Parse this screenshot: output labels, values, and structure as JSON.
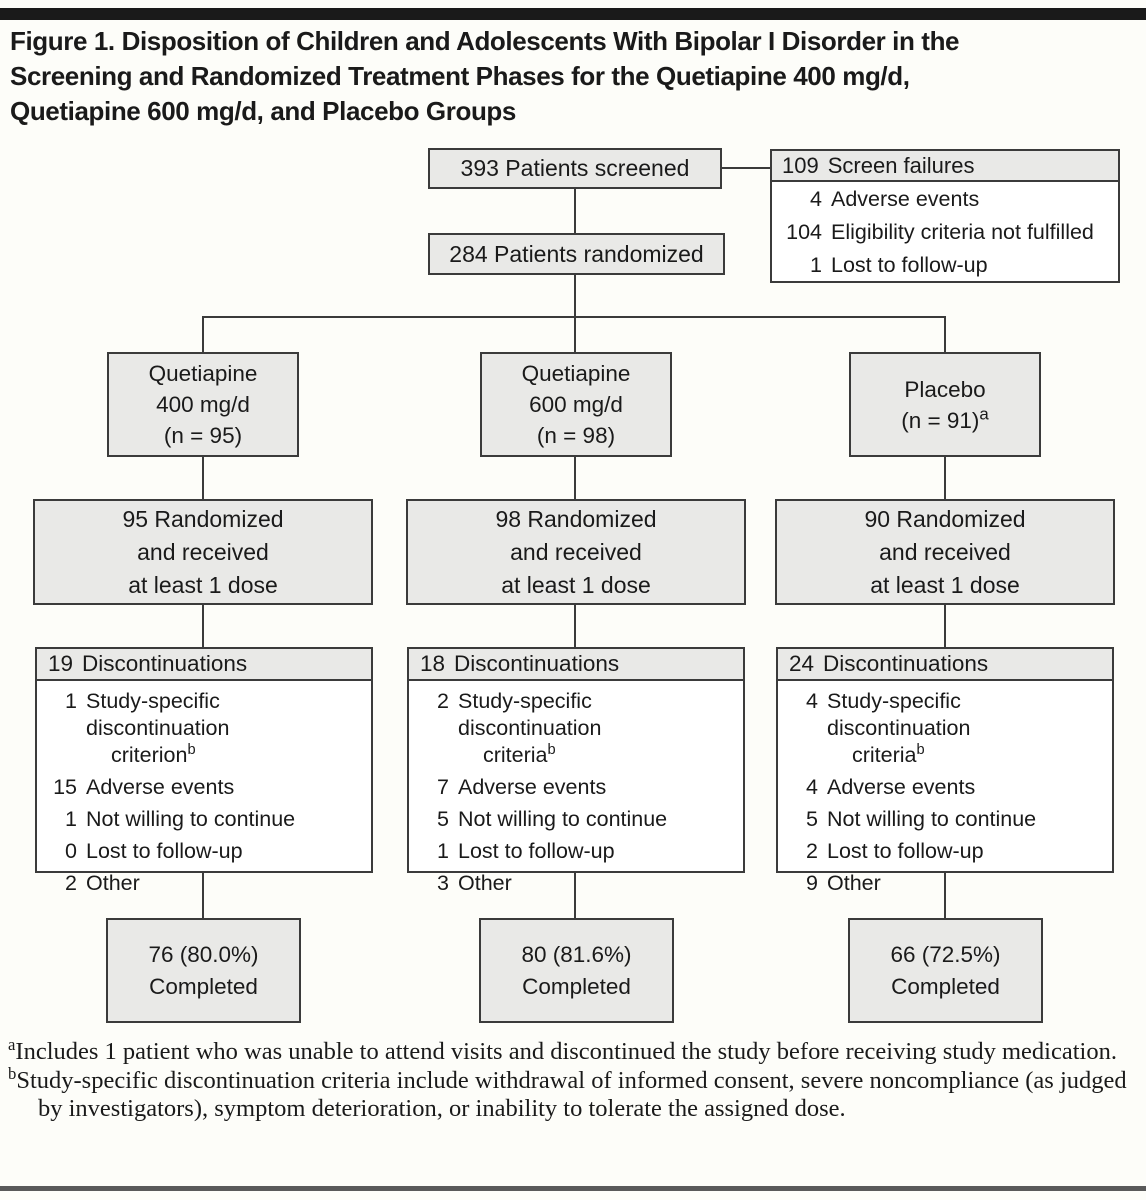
{
  "colors": {
    "box_fill": "#e9e9e7",
    "box_border": "#3b3b3b",
    "connector": "#3b3b3b",
    "top_rule": "#1a1a1a",
    "bottom_rule": "#5a5a5a",
    "page_background": "#fdfdf9",
    "text": "#1a1a1a"
  },
  "title_lines": [
    "Figure 1. Disposition of Children and Adolescents With Bipolar I Disorder in the",
    "Screening and Randomized Treatment Phases for the Quetiapine 400 mg/d,",
    "Quetiapine 600 mg/d, and Placebo Groups"
  ],
  "screening": {
    "screened_label": "393 Patients screened",
    "randomized_label": "284 Patients randomized",
    "screen_failures": {
      "count": "109",
      "label": "Screen failures",
      "items": [
        {
          "count": "4",
          "label": "Adverse events"
        },
        {
          "count": "104",
          "label": "Eligibility criteria not fulfilled"
        },
        {
          "count": "1",
          "label": "Lost to follow-up"
        }
      ]
    }
  },
  "arms": [
    {
      "id": "quetiapine-400",
      "name_line1": "Quetiapine",
      "name_line2": "400 mg/d",
      "n_label": "(n = 95)",
      "n_sup": "",
      "received_line1": "95 Randomized",
      "received_line2": "and received",
      "received_line3": "at least 1 dose",
      "discontinuations": {
        "count": "19",
        "label": "Discontinuations",
        "items": [
          {
            "count": "1",
            "label": "Study-specific discontinuation",
            "label_wrap": "criterion",
            "sup": "b"
          },
          {
            "count": "15",
            "label": "Adverse events"
          },
          {
            "count": "1",
            "label": "Not willing to continue"
          },
          {
            "count": "0",
            "label": "Lost to follow-up"
          },
          {
            "count": "2",
            "label": "Other"
          }
        ]
      },
      "completed_line1": "76 (80.0%)",
      "completed_line2": "Completed"
    },
    {
      "id": "quetiapine-600",
      "name_line1": "Quetiapine",
      "name_line2": "600 mg/d",
      "n_label": "(n = 98)",
      "n_sup": "",
      "received_line1": "98 Randomized",
      "received_line2": "and received",
      "received_line3": "at least 1 dose",
      "discontinuations": {
        "count": "18",
        "label": "Discontinuations",
        "items": [
          {
            "count": "2",
            "label": "Study-specific discontinuation",
            "label_wrap": "criteria",
            "sup": "b"
          },
          {
            "count": "7",
            "label": "Adverse events"
          },
          {
            "count": "5",
            "label": "Not willing to continue"
          },
          {
            "count": "1",
            "label": "Lost to follow-up"
          },
          {
            "count": "3",
            "label": "Other"
          }
        ]
      },
      "completed_line1": "80 (81.6%)",
      "completed_line2": "Completed"
    },
    {
      "id": "placebo",
      "name_line1": "Placebo",
      "name_line2": "",
      "n_label": "(n = 91)",
      "n_sup": "a",
      "received_line1": "90 Randomized",
      "received_line2": "and received",
      "received_line3": "at least 1 dose",
      "discontinuations": {
        "count": "24",
        "label": "Discontinuations",
        "items": [
          {
            "count": "4",
            "label": "Study-specific discontinuation",
            "label_wrap": "criteria",
            "sup": "b"
          },
          {
            "count": "4",
            "label": "Adverse events"
          },
          {
            "count": "5",
            "label": "Not willing to continue"
          },
          {
            "count": "2",
            "label": "Lost to follow-up"
          },
          {
            "count": "9",
            "label": "Other"
          }
        ]
      },
      "completed_line1": "66 (72.5%)",
      "completed_line2": "Completed"
    }
  ],
  "footnotes": [
    {
      "marker": "a",
      "text": "Includes 1 patient who was unable to attend visits and discontinued the study before receiving study medication."
    },
    {
      "marker": "b",
      "text": "Study-specific discontinuation criteria include withdrawal of informed consent, severe noncompliance (as judged by investigators), symptom deterioration, or inability to tolerate the assigned dose."
    }
  ]
}
